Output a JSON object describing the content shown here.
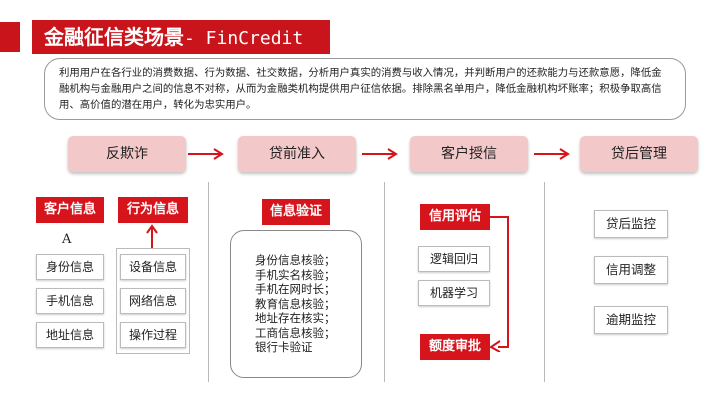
{
  "header": {
    "title_cn": "金融征信类场景",
    "title_en": "- FinCredit"
  },
  "description": "利用用户在各行业的消费数据、行为数据、社交数据，分析用户真实的消费与收入情况，并判断用户的还款能力与还款意愿，降低金融机构与金融用户之间的信息不对称，从而为金融类机构提供用户征信依据。排除黑名单用户，降低金融机构坏账率；积极争取高信用、高价值的潜在用户，转化为忠实用户。",
  "stages": [
    "反欺诈",
    "贷前准入",
    "客户授信",
    "贷后管理"
  ],
  "fraud": {
    "customer_info_label": "客户信息",
    "behavior_info_label": "行为信息",
    "stray_mark": "A",
    "customer_items": [
      "身份信息",
      "手机信息",
      "地址信息"
    ],
    "behavior_items": [
      "设备信息",
      "网络信息",
      "操作过程"
    ]
  },
  "pre_loan": {
    "label": "信息验证",
    "items": [
      "身份信息核验；",
      "手机实名核验；",
      "手机在网时长；",
      "教育信息核验；",
      "地址存在核实；",
      "工商信息核验；",
      "银行卡验证"
    ]
  },
  "credit": {
    "top_label": "信用评估",
    "items": [
      "逻辑回归",
      "机器学习"
    ],
    "bottom_label": "额度审批"
  },
  "post_loan": {
    "items": [
      "贷后监控",
      "信用调整",
      "逾期监控"
    ]
  },
  "colors": {
    "brand_red": "#c9141b",
    "stage_pink": "#f3c8c9"
  }
}
